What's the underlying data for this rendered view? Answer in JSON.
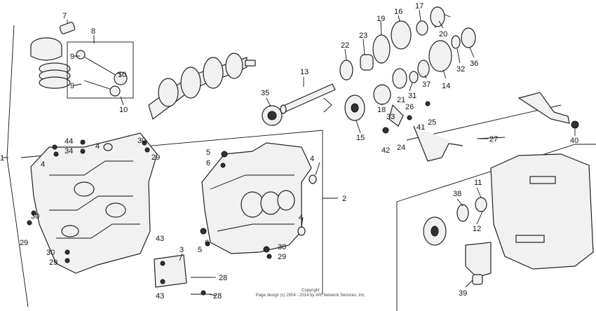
{
  "callouts": {
    "c1": "1",
    "c2": "2",
    "c3": "3",
    "c4a": "4",
    "c4b": "4",
    "c4c": "4",
    "c5a": "5",
    "c5b": "5",
    "c6a": "6",
    "c6b": "6",
    "c7": "7",
    "c8": "8",
    "c9a": "9",
    "c9b": "9",
    "c10a": "10",
    "c10b": "10",
    "c11": "11",
    "c12": "12",
    "c13": "13",
    "c14": "14",
    "c15": "15",
    "c16": "16",
    "c17": "17",
    "c18": "18",
    "c19": "19",
    "c20": "20",
    "c21": "21",
    "c22": "22",
    "c23": "23",
    "c24": "24",
    "c25": "25",
    "c26": "26",
    "c27": "27",
    "c28a": "28",
    "c28b": "28",
    "c29a": "29",
    "c29b": "29",
    "c29c": "29",
    "c29d": "29",
    "c30a": "30",
    "c30b": "30",
    "c30c": "30",
    "c30d": "30",
    "c31": "31",
    "c32": "32",
    "c33": "33",
    "c34": "34",
    "c35": "35",
    "c36": "36",
    "c37": "37",
    "c38": "38",
    "c39": "39",
    "c40": "40",
    "c41": "41",
    "c42": "42",
    "c43a": "43",
    "c43b": "43",
    "c44": "44"
  },
  "copyright": {
    "line1": "Copyright",
    "line2": "Page design (c) 2004 - 2014 by ARI Network Services, Inc."
  }
}
